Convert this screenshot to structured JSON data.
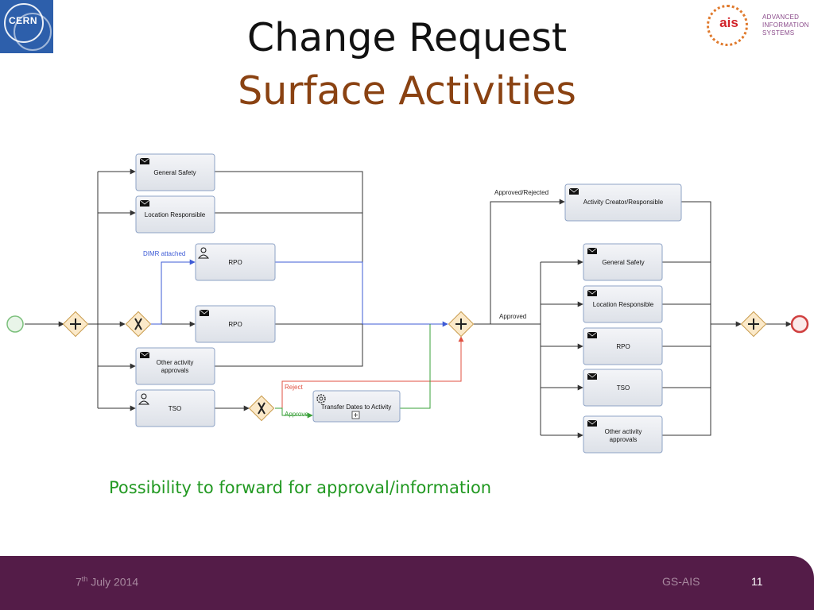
{
  "header": {
    "title_line1": "Change Request",
    "title_line2": "Surface Activities",
    "cern_logo_text": "CERN",
    "ais_logo_word": "ais",
    "ais_logo_text": "ADVANCED\nINFORMATION\nSYSTEMS"
  },
  "diagram": {
    "tasks": {
      "general_safety_1": "General Safety",
      "location_responsible_1": "Location Responsible",
      "rpo_user": "RPO",
      "rpo_mail": "RPO",
      "other_activity_1_line1": "Other activity",
      "other_activity_1_line2": "approvals",
      "tso_user": "TSO",
      "transfer_dates": "Transfer Dates to Activity",
      "activity_creator": "Activity Creator/Responsible",
      "general_safety_2": "General Safety",
      "location_responsible_2": "Location Responsible",
      "rpo_2": "RPO",
      "tso_2": "TSO",
      "other_activity_2_line1": "Other activity",
      "other_activity_2_line2": "approvals"
    },
    "flow_labels": {
      "dimr_attached": "DIMR attached",
      "reject": "Reject",
      "approve": "Approve",
      "approved_rejected": "Approved/Rejected",
      "approved": "Approved"
    },
    "colors": {
      "task_fill": "#e4e7ec",
      "task_border": "#8ea3c6",
      "gateway_fill": "#fbe9c9",
      "gateway_border": "#c89a4a",
      "start_event": "#7cc07c",
      "end_event": "#d04040",
      "dimr_flow": "#3d5bd6",
      "reject_flow": "#e05040",
      "approve_flow": "#3aa03a"
    }
  },
  "caption": "Possibility to forward for approval/information",
  "footer": {
    "date_day": "7",
    "date_suffix": "th",
    "date_rest": " July 2014",
    "org": "GS-AIS",
    "page_number": "11"
  }
}
